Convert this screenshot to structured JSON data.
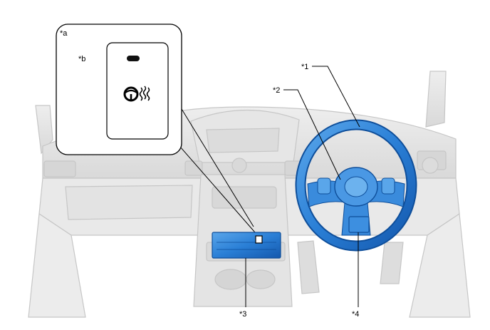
{
  "callouts": {
    "a": "*a",
    "b": "*b",
    "c1": "*1",
    "c2": "*2",
    "c3": "*3",
    "c4": "*4"
  },
  "icons": {
    "inset_symbol": "heated-steering-wheel-icon",
    "inset_indicator": "indicator-light-icon"
  },
  "colors": {
    "highlight_blue": "#2a7fd6",
    "highlight_dark": "#0e4e9a",
    "dash_gray": "#e4e4e4",
    "line_gray": "#c2c2c2",
    "outline": "#000000"
  }
}
